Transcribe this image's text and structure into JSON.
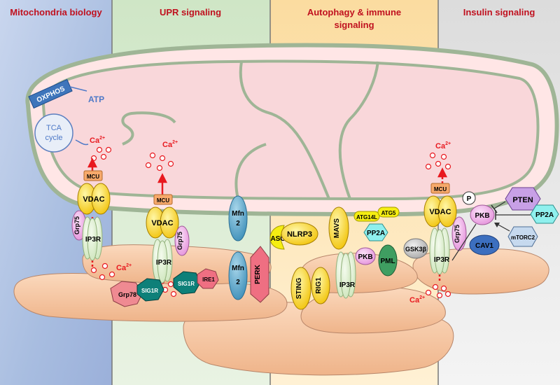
{
  "panels": [
    {
      "title": "Mitochondria biology"
    },
    {
      "title": "UPR signaling"
    },
    {
      "title": "Autophagy & immune",
      "title2": "signaling"
    },
    {
      "title": "Insulin signaling"
    }
  ],
  "labels": {
    "oxphos": "OXPHOS",
    "atp": "ATP",
    "tca1": "TCA",
    "tca2": "cycle",
    "ca": "Ca",
    "ca_sup": "2+",
    "mcu": "MCU",
    "vdac": "VDAC",
    "grp75": "Grp75",
    "ip3r": "IP3R",
    "grp78": "Grp78",
    "sig1r": "SIG1R",
    "ire1": "IRE1",
    "mfn": "Mfn",
    "mfn_num": "2",
    "perk": "PERK",
    "asc": "ASC",
    "nlrp3": "NLRP3",
    "mavs": "MAVS",
    "atg14l": "ATG14L",
    "atg5": "ATG5",
    "pp2a": "PP2A",
    "pkb": "PKB",
    "pml": "PML",
    "sting": "STING",
    "rig1": "RIG1",
    "gsk3b": "GSK3β",
    "p": "P",
    "pten": "PTEN",
    "mtorc2": "mTORC2",
    "cav1": "CAV1"
  },
  "colors": {
    "panel_title": "#c0111f",
    "ca": "#e8191f",
    "mito_outer": "#ffe6e6",
    "mito_matrix": "#fad7dc",
    "mito_stroke": "#b9c6b0",
    "er": "#f6c9a6",
    "vdac": "#f2be14",
    "mcu": "#f7a96b",
    "grp75": "#f1b6e6",
    "ip3r": "#e4f2d5",
    "mfn": "#5ba6c8",
    "perk": "#ef6f82",
    "sig1r": "#0e8079",
    "yellow": "#f5ee12",
    "pp2a": "#8ff0ee",
    "pkb": "#f4b8ef",
    "pml": "#3f9e61",
    "pten": "#c8a0e6",
    "mtorc2": "#c6d9ee",
    "cav1": "#3c6fbf",
    "gsk3b": "#c9c9c9",
    "oxphos": "#3e75bb",
    "atp": "#4e79c7"
  }
}
